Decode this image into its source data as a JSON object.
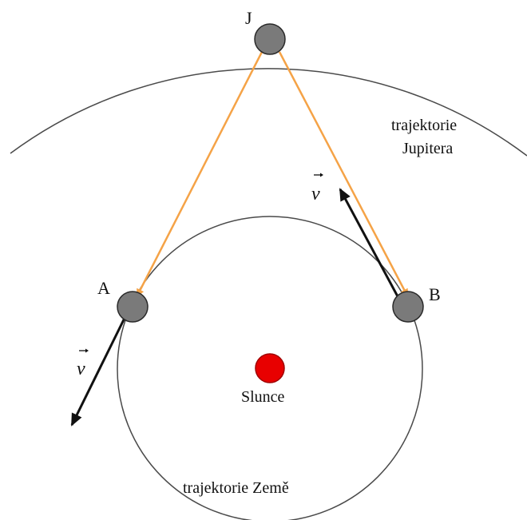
{
  "labels": {
    "jupiter": "J",
    "point_a": "A",
    "point_b": "B",
    "sun": "Slunce",
    "jupiter_orbit_line1": "trajektorie",
    "jupiter_orbit_line2": "Jupitera",
    "earth_orbit": "trajektorie Země",
    "velocity_a": "v",
    "velocity_b": "v"
  },
  "colors": {
    "orbit": "#4a4a4a",
    "planet_fill": "#7a7a7a",
    "planet_stroke": "#2a2a2a",
    "sun_fill": "#e80000",
    "sun_stroke": "#a00000",
    "light_ray": "#f5a347",
    "velocity_arrow": "#111111"
  }
}
